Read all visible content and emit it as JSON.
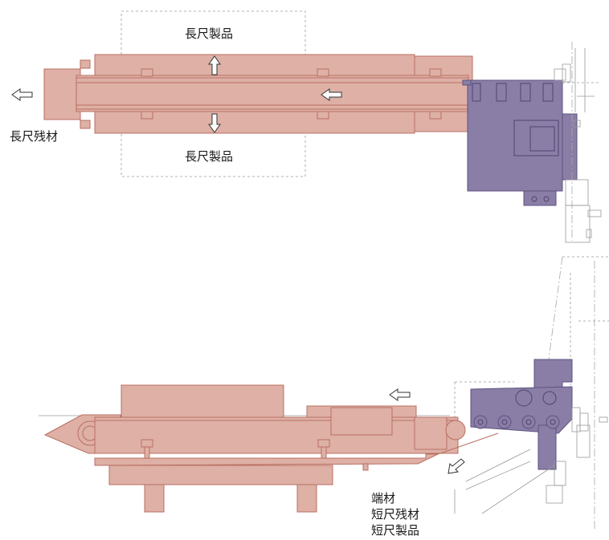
{
  "top_view": {
    "label_upper": "長尺製品",
    "label_lower": "長尺製品",
    "label_scrap": "長尺残材"
  },
  "side_view": {
    "discharge_labels": [
      "端材",
      "短尺残材",
      "短尺製品"
    ]
  },
  "colors": {
    "conveyor_fill": "#deb0a6",
    "conveyor_stroke": "#b96f62",
    "machine_fill": "#8a7ea6",
    "machine_stroke": "#5e5280",
    "line_stroke": "#9a9a9a"
  },
  "icons": [
    "arrow-left-icon",
    "arrow-up-icon",
    "arrow-down-icon",
    "arrow-down-left-icon"
  ]
}
